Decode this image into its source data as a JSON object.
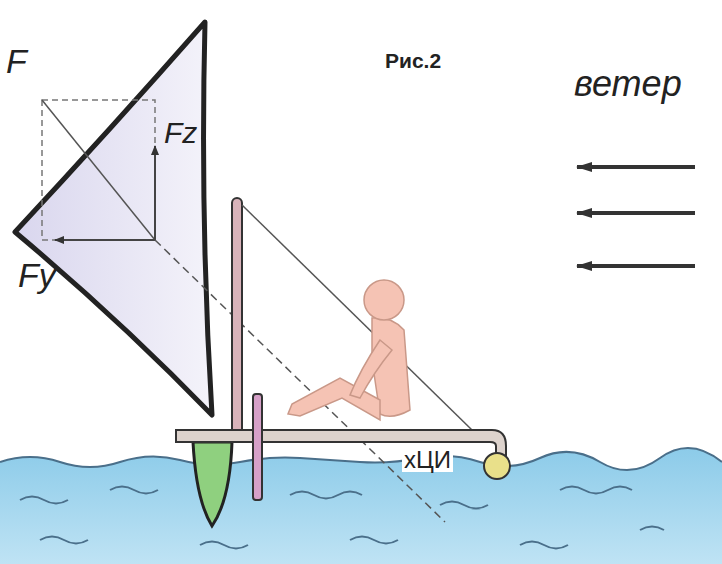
{
  "diagram": {
    "labels": [
      "F",
      "Fz",
      "Рис.2",
      "ветер",
      "Fy",
      "xЦИ"
    ]
  }
}
